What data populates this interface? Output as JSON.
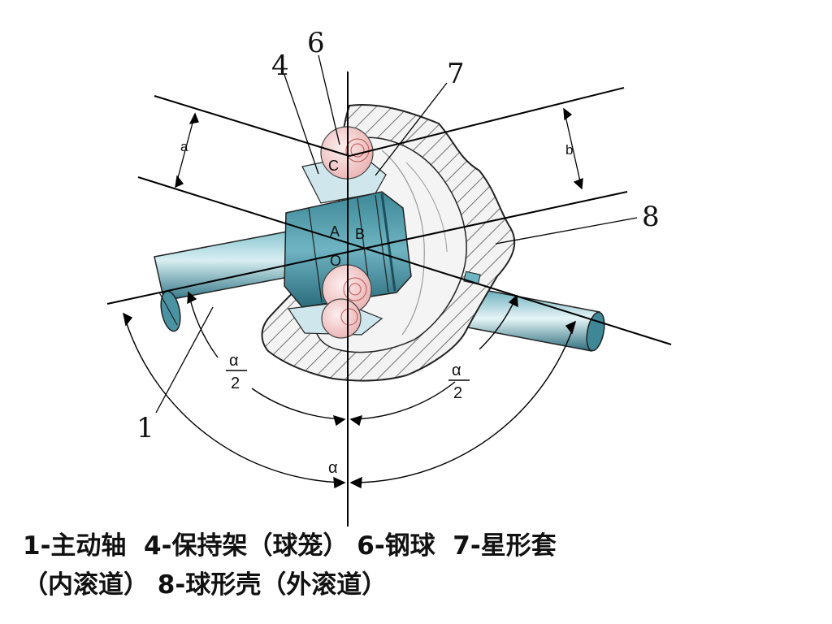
{
  "diagram": {
    "part_labels": {
      "p1": "1",
      "p4": "4",
      "p6": "6",
      "p7": "7",
      "p8": "8"
    },
    "point_labels": {
      "A": "A",
      "B": "B",
      "O": "O",
      "C": "C"
    },
    "distance_labels": {
      "a": "a",
      "b": "b"
    },
    "angle_labels": {
      "alpha": "α",
      "half_num": "α",
      "half_den": "2"
    }
  },
  "caption": {
    "line1": "1-主动轴  4-保持架（球笼） 6-钢球  7-星形套",
    "line2": "（内滚道） 8-球形壳（外滚道）"
  },
  "colors": {
    "shaft": "#3e8a99",
    "ball": "#f3c7c7",
    "hatch": "#555555",
    "housing": "#f2f2f2"
  }
}
